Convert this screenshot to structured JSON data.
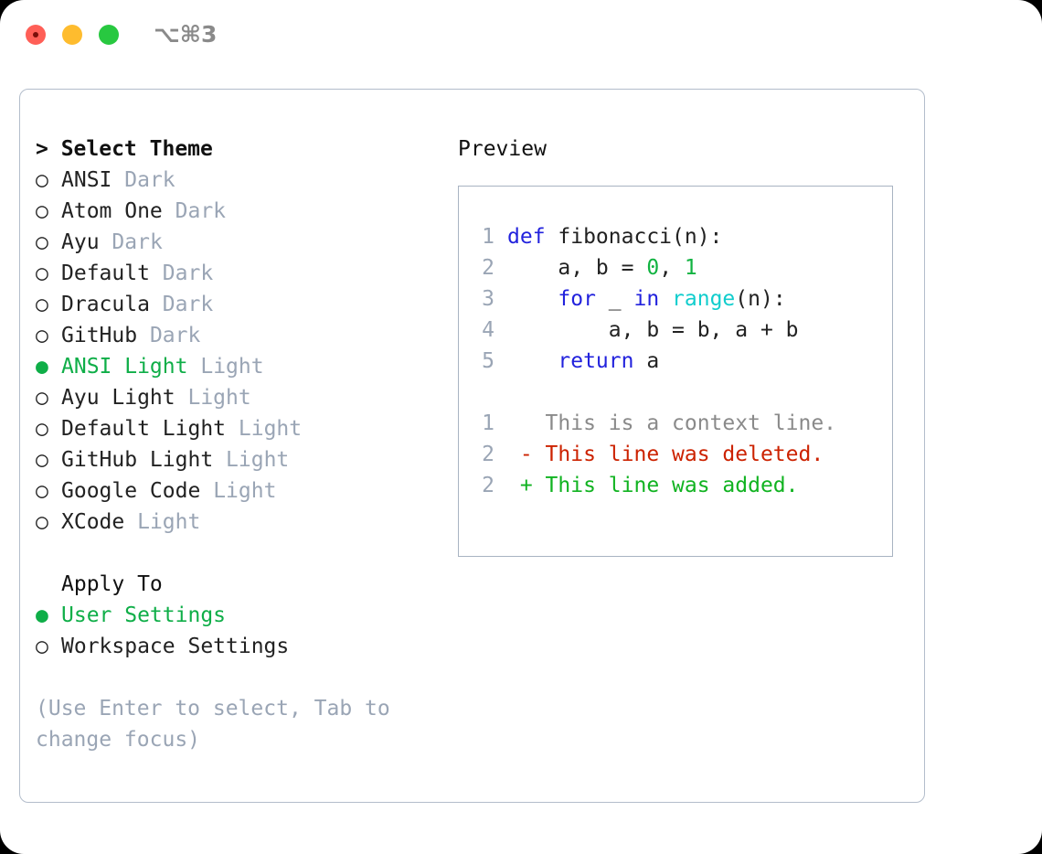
{
  "titlebar": {
    "shortcut": "⌥⌘3",
    "buttons": [
      "close",
      "minimize",
      "maximize"
    ]
  },
  "colors": {
    "accent_green": "#0fae48",
    "muted": "#9aa5b5",
    "keyword_blue": "#2222dd",
    "function_cyan": "#11cdcd",
    "number_green": "#11b341",
    "diff_del_red": "#cc2200",
    "diff_add_green": "#11b321",
    "border": "#b3bdcb"
  },
  "theme_picker": {
    "heading": "> Select Theme",
    "bullet_selected": "●",
    "bullet_unselected": "○",
    "items": [
      {
        "name": "ANSI",
        "variant": "Dark",
        "selected": false
      },
      {
        "name": "Atom One",
        "variant": "Dark",
        "selected": false
      },
      {
        "name": "Ayu",
        "variant": "Dark",
        "selected": false
      },
      {
        "name": "Default",
        "variant": "Dark",
        "selected": false
      },
      {
        "name": "Dracula",
        "variant": "Dark",
        "selected": false
      },
      {
        "name": "GitHub",
        "variant": "Dark",
        "selected": false
      },
      {
        "name": "ANSI Light",
        "variant": "Light",
        "selected": true
      },
      {
        "name": "Ayu Light",
        "variant": "Light",
        "selected": false
      },
      {
        "name": "Default Light",
        "variant": "Light",
        "selected": false
      },
      {
        "name": "GitHub Light",
        "variant": "Light",
        "selected": false
      },
      {
        "name": "Google Code",
        "variant": "Light",
        "selected": false
      },
      {
        "name": "XCode",
        "variant": "Light",
        "selected": false
      }
    ]
  },
  "apply_to": {
    "heading": "Apply To",
    "items": [
      {
        "name": "User Settings",
        "selected": true
      },
      {
        "name": "Workspace Settings",
        "selected": false
      }
    ]
  },
  "hint": "(Use Enter to select, Tab to change focus)",
  "preview": {
    "title": "Preview",
    "code_lines": [
      {
        "num": "1",
        "tokens": [
          {
            "t": "def",
            "c": "kw"
          },
          {
            "t": " fibonacci(n):",
            "c": "plain"
          }
        ]
      },
      {
        "num": "2",
        "tokens": [
          {
            "t": "    a, b = ",
            "c": "plain"
          },
          {
            "t": "0",
            "c": "num"
          },
          {
            "t": ", ",
            "c": "plain"
          },
          {
            "t": "1",
            "c": "num"
          }
        ]
      },
      {
        "num": "3",
        "tokens": [
          {
            "t": "    ",
            "c": "plain"
          },
          {
            "t": "for",
            "c": "kw"
          },
          {
            "t": " _ ",
            "c": "plain"
          },
          {
            "t": "in",
            "c": "kw"
          },
          {
            "t": " ",
            "c": "plain"
          },
          {
            "t": "range",
            "c": "fn"
          },
          {
            "t": "(n):",
            "c": "plain"
          }
        ]
      },
      {
        "num": "4",
        "tokens": [
          {
            "t": "        a, b = b, a + b",
            "c": "plain"
          }
        ]
      },
      {
        "num": "5",
        "tokens": [
          {
            "t": "    ",
            "c": "plain"
          },
          {
            "t": "return",
            "c": "kw"
          },
          {
            "t": " a",
            "c": "plain"
          }
        ]
      }
    ],
    "diff_lines": [
      {
        "num": "1",
        "marker": " ",
        "text": "This is a context line.",
        "kind": "ctx"
      },
      {
        "num": "2",
        "marker": "-",
        "text": "This line was deleted.",
        "kind": "del"
      },
      {
        "num": "2",
        "marker": "+",
        "text": "This line was added.",
        "kind": "add"
      }
    ]
  }
}
